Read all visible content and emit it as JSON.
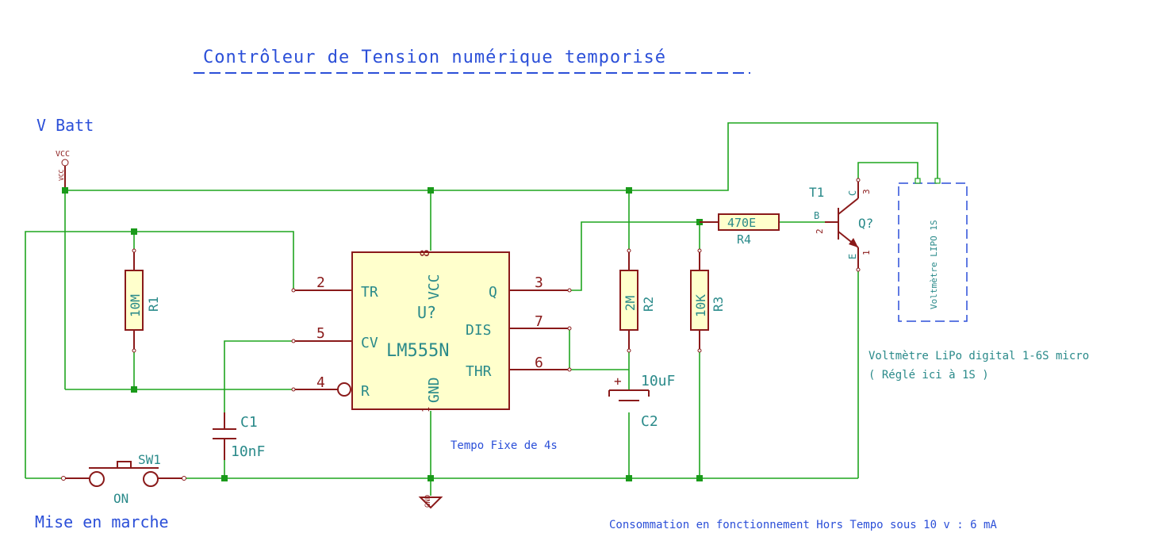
{
  "title": "Contrôleur de Tension numérique temporisé",
  "labels": {
    "vbatt": "V Batt",
    "mise_en_marche": "Mise en marche",
    "tempo": "Tempo Fixe de 4s",
    "voltmetre_desc": "Voltmètre LiPo digital 1-6S micro",
    "voltmetre_note": "( Réglé ici à 1S )",
    "consommation": "Consommation en fonctionnement Hors Tempo sous 10 v : 6 mA"
  },
  "power": {
    "vcc_label": "VCC",
    "vcc_pin_name": "VCC",
    "gnd_label": "GND"
  },
  "ic": {
    "ref": "U?",
    "value": "LM555N",
    "pins": {
      "tr": "TR",
      "cv": "CV",
      "r": "R",
      "q": "Q",
      "dis": "DIS",
      "thr": "THR",
      "vcc": "VCC",
      "gnd": "GND",
      "n2": "2",
      "n5": "5",
      "n4": "4",
      "n3": "3",
      "n7": "7",
      "n6": "6",
      "n8": "8",
      "n1": "1"
    }
  },
  "components": {
    "r1": {
      "ref": "R1",
      "value": "10M"
    },
    "r2": {
      "ref": "R2",
      "value": "2M"
    },
    "r3": {
      "ref": "R3",
      "value": "10K"
    },
    "r4": {
      "ref": "R4",
      "value": "470E"
    },
    "c1": {
      "ref": "C1",
      "value": "10nF"
    },
    "c2": {
      "ref": "C2",
      "value": "10uF",
      "polarity": "+"
    },
    "sw1": {
      "ref": "SW1",
      "value": "ON"
    },
    "t1": {
      "ref": "T1",
      "value": "Q?",
      "pin_b": "B",
      "pin_c": "C",
      "pin_e": "E",
      "n2": "2",
      "n3": "3",
      "n1": "1"
    },
    "voltmeter": {
      "label": "Voltmètre LIPO 1S"
    }
  },
  "colors": {
    "wire": "#1fa51f",
    "component": "#8a1a1a",
    "component_fill": "#ffffcc",
    "title_text": "#2b4fd8",
    "ref_text": "#2a8a8a"
  }
}
